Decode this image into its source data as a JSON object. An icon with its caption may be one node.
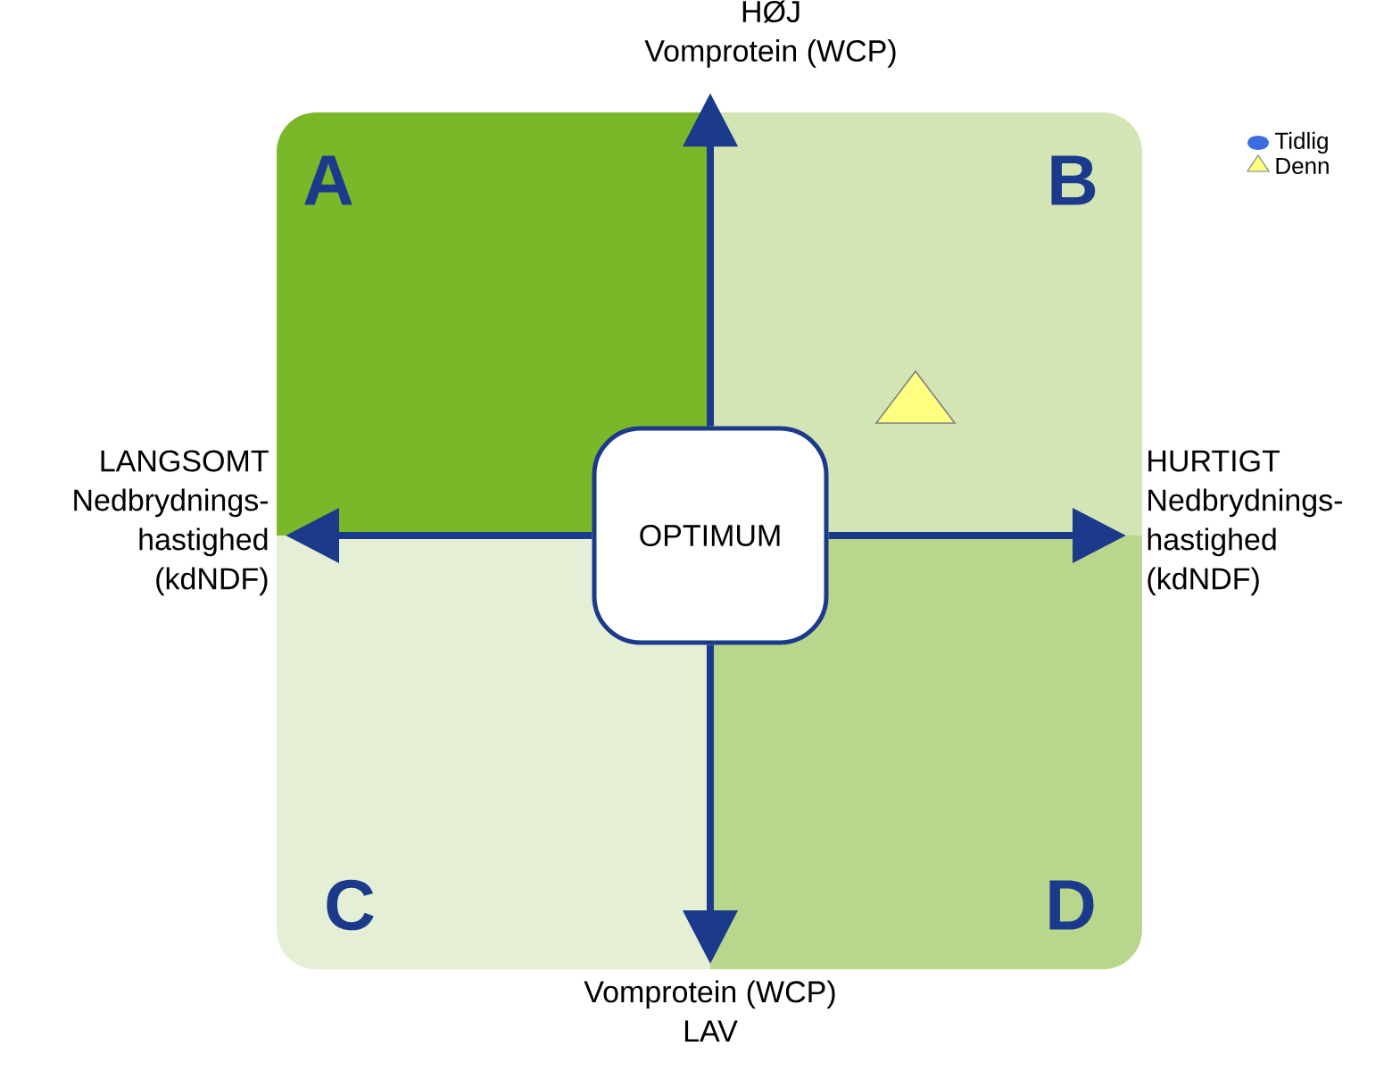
{
  "diagram": {
    "nodes": [
      {
        "text": [
          "HØJ",
          "Vomprotein (WCP)"
        ]
      },
      {
        "text": [
          "A"
        ]
      },
      {
        "text": [
          "B"
        ]
      },
      {
        "text": [
          "LANGSOMT",
          "Nedbrydnings- hastighed (kdNDF)"
        ]
      },
      {
        "text": [
          "OPTIMUM"
        ]
      },
      {
        "text": [
          "HURTIGT",
          "Nedbrydnings- hastighed (kdNDF)"
        ]
      },
      {
        "text": [
          "C"
        ]
      },
      {
        "text": [
          "D"
        ]
      },
      {
        "text": [
          "Vomprotein (WCP)",
          "LAV"
        ]
      }
    ],
    "edges": [
      {
        "from": 4,
        "to": 0,
        "arrow": "to"
      },
      {
        "from": 4,
        "to": 3,
        "arrow": "to"
      },
      {
        "from": 4,
        "to": 5,
        "arrow": "to"
      },
      {
        "from": 4,
        "to": 8,
        "arrow": "to"
      }
    ],
    "legend": [
      {
        "text": "Tidlig"
      },
      {
        "text": "Denn"
      }
    ]
  }
}
